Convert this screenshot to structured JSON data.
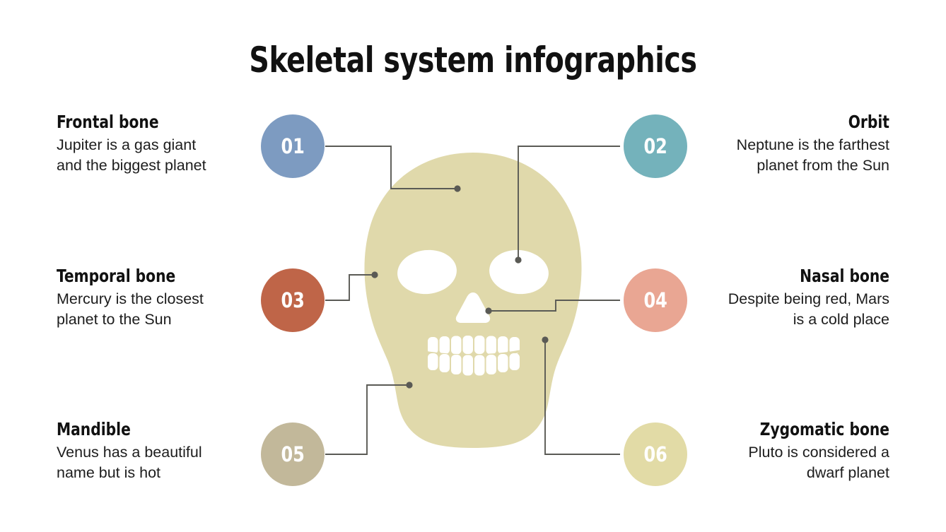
{
  "title": "Skeletal system infographics",
  "colors": {
    "background": "#ffffff",
    "skull": "#e0d9ab",
    "skull_features": "#ffffff",
    "connector_line": "#5a5a55",
    "heading_text": "#111111",
    "body_text": "#1d1d1d",
    "number_text": "#ffffff"
  },
  "items": [
    {
      "number": "01",
      "heading": "Frontal bone",
      "body_line1": "Jupiter is a gas giant",
      "body_line2": "and the biggest planet",
      "color": "#7d9bc1",
      "side": "left",
      "row": 1
    },
    {
      "number": "02",
      "heading": "Orbit",
      "body_line1": "Neptune is the farthest",
      "body_line2": "planet from the Sun",
      "color": "#74b2bb",
      "side": "right",
      "row": 1
    },
    {
      "number": "03",
      "heading": "Temporal bone",
      "body_line1": "Mercury is the closest",
      "body_line2": "planet to the Sun",
      "color": "#bf6548",
      "side": "left",
      "row": 2
    },
    {
      "number": "04",
      "heading": "Nasal bone",
      "body_line1": "Despite being red, Mars",
      "body_line2": "is a cold place",
      "color": "#e9a693",
      "side": "right",
      "row": 2
    },
    {
      "number": "05",
      "heading": "Mandible",
      "body_line1": "Venus has a beautiful",
      "body_line2": "name but is hot",
      "color": "#c2b89a",
      "side": "left",
      "row": 3
    },
    {
      "number": "06",
      "heading": "Zygomatic bone",
      "body_line1": "Pluto is considered a",
      "body_line2": "dwarf planet",
      "color": "#e2dba6",
      "side": "right",
      "row": 3
    }
  ],
  "diagram": {
    "subject": "human-skull-front-view",
    "features": [
      "cranium",
      "left-eye-socket",
      "right-eye-socket",
      "nasal-cavity",
      "upper-teeth-row",
      "lower-teeth-row"
    ],
    "teeth_per_row": 8
  }
}
